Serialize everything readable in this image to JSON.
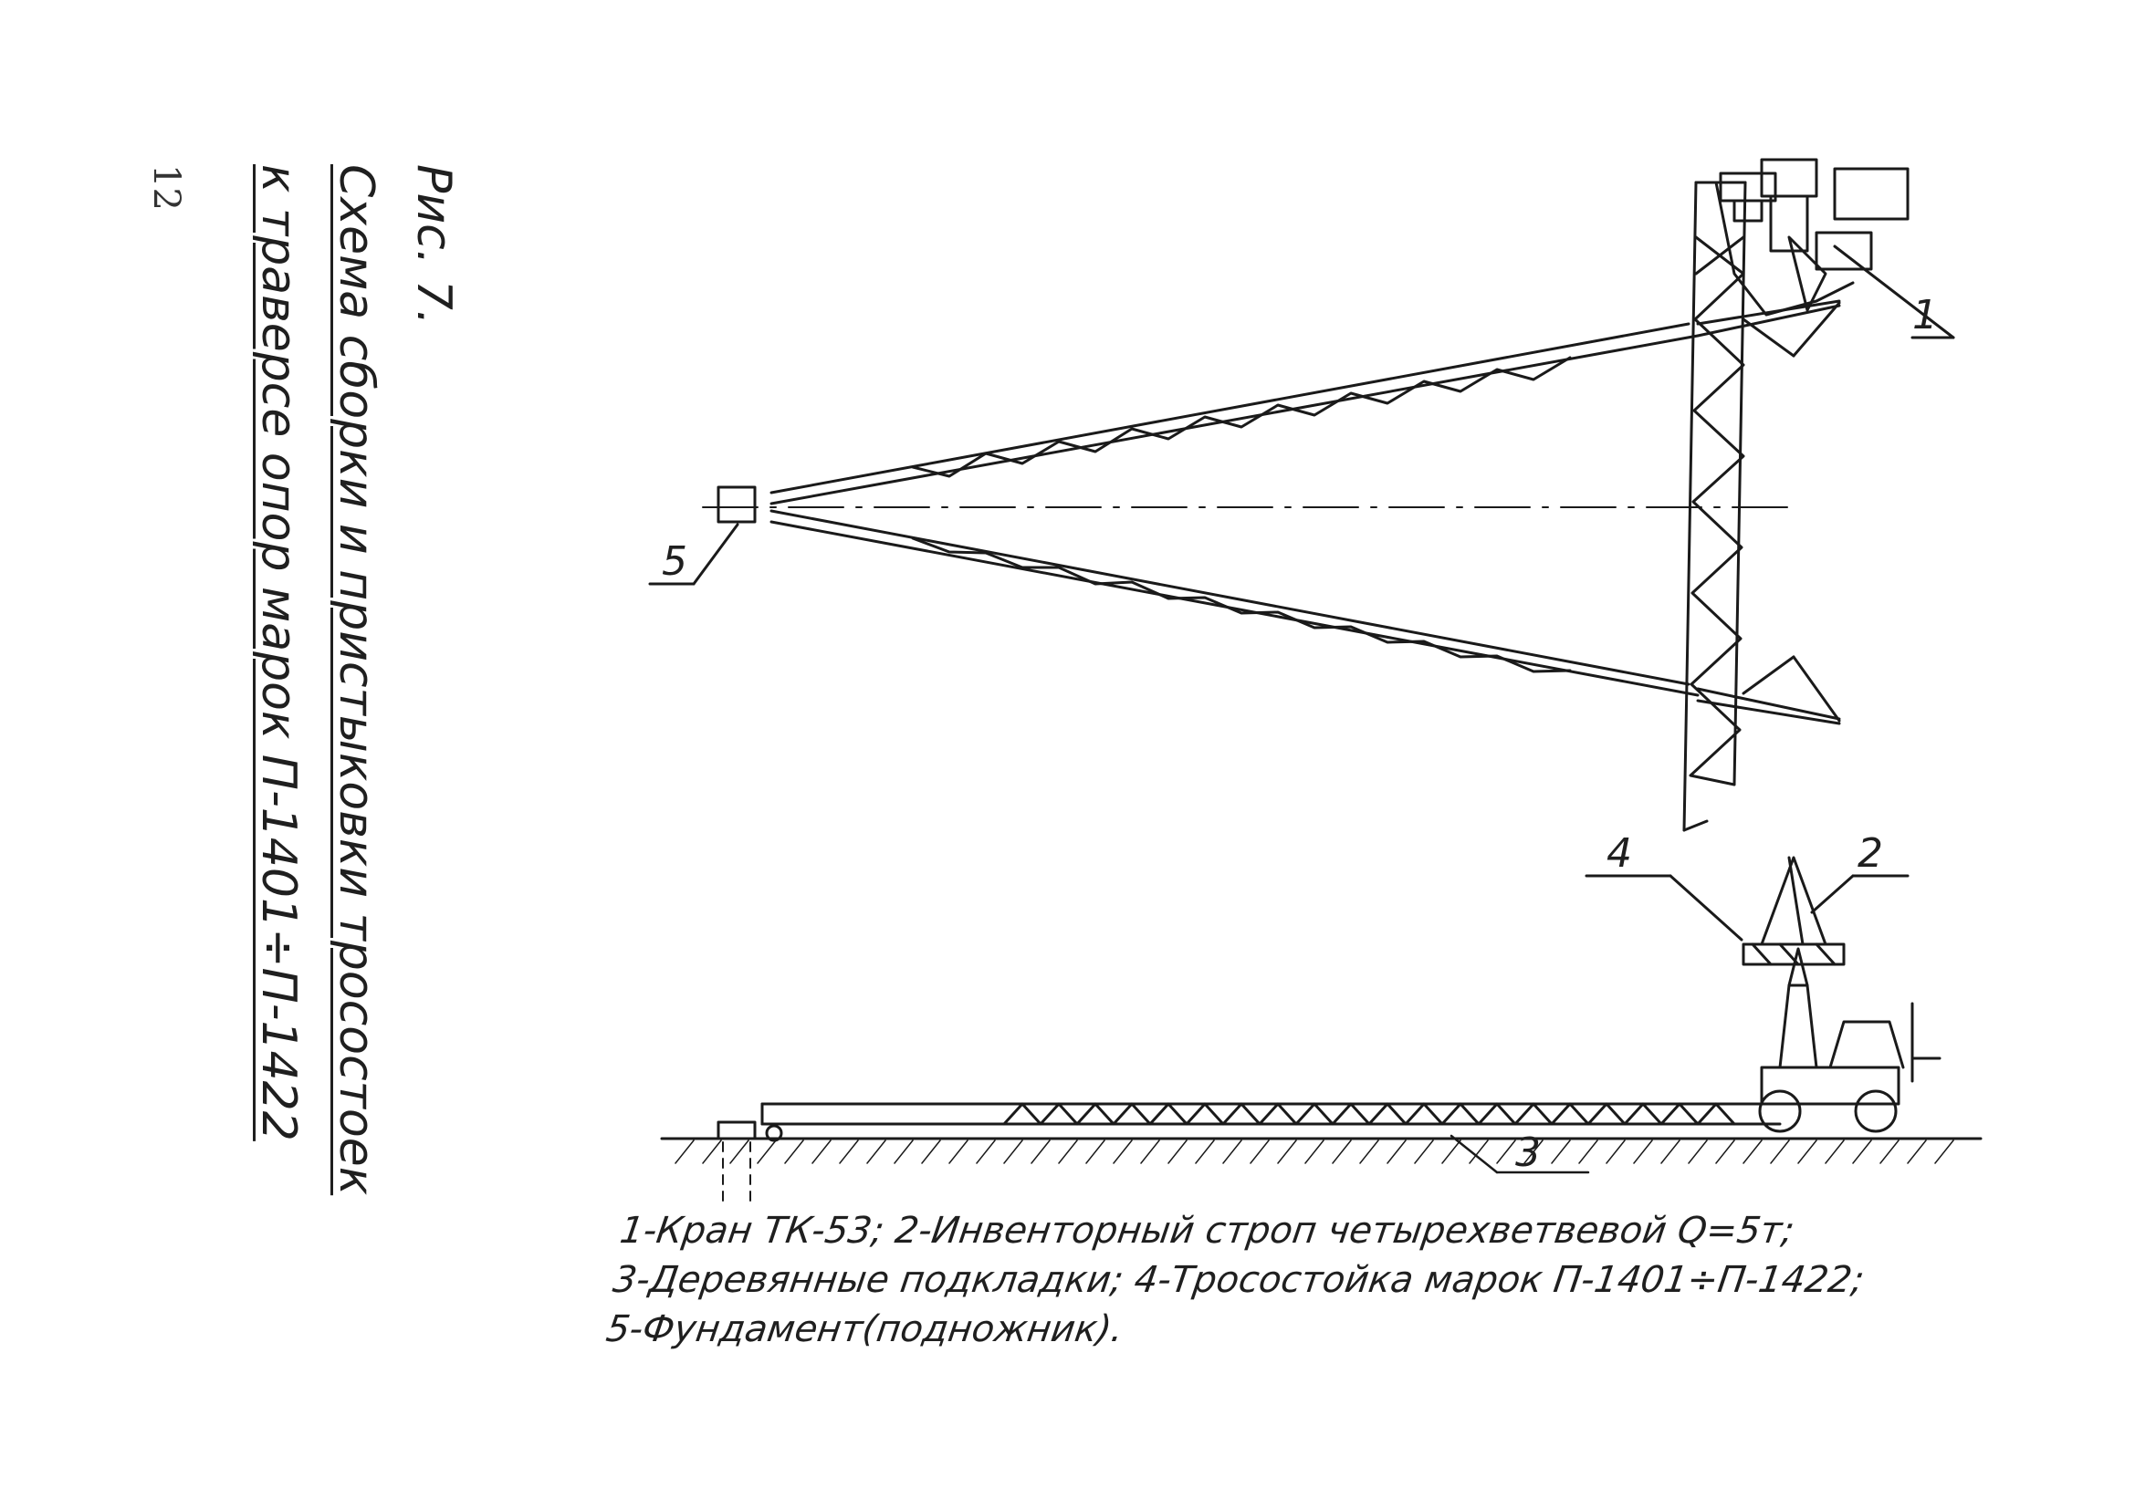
{
  "page_number": "12",
  "caption": {
    "figure_label": "Рис. 7.",
    "title_line1": "Схема сборки и пристыковки тросостоек",
    "title_line2": "к траверсе опор   марок П-1401÷П-1422"
  },
  "callouts": [
    "1",
    "2",
    "3",
    "4",
    "5"
  ],
  "legend": {
    "line1": "1-Кран ТК-53; 2-Инвенторный строп четырехветвевой Q=5т;",
    "line2": "3-Деревянные подкладки; 4-Тросостойка марок П-1401÷П-1422;",
    "line3": "5-Фундамент(подножник)."
  }
}
